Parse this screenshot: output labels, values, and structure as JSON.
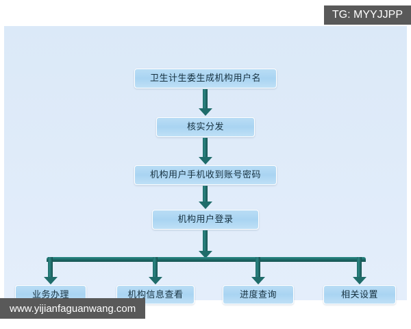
{
  "watermarks": {
    "telegram": "TG: MYYJJPP",
    "website": "www.yijianfaguanwang.com"
  },
  "colors": {
    "canvas_background": "#dfebf9",
    "node_fill": "#a9d4f2",
    "node_border": "#ffffff",
    "connector": "#1f6c6a",
    "text": "#17313f",
    "watermark_background": "#595959",
    "watermark_text": "#ffffff"
  },
  "diagram": {
    "type": "flowchart",
    "orientation": "top-down",
    "main_chain": [
      {
        "id": "generate",
        "label": "卫生计生委生成机构用户名"
      },
      {
        "id": "verify",
        "label": "核实分发"
      },
      {
        "id": "receive",
        "label": "机构用户手机收到账号密码"
      },
      {
        "id": "login",
        "label": "机构用户登录"
      }
    ],
    "branches": [
      {
        "id": "business",
        "label": "业务办理"
      },
      {
        "id": "info",
        "label": "机构信息查看"
      },
      {
        "id": "progress",
        "label": "进度查询"
      },
      {
        "id": "settings",
        "label": "相关设置"
      }
    ],
    "connectors": [
      {
        "id": "arrow-1",
        "from": "generate",
        "to": "verify",
        "glyph": "down-arrow-icon"
      },
      {
        "id": "arrow-2",
        "from": "verify",
        "to": "receive",
        "glyph": "down-arrow-icon"
      },
      {
        "id": "arrow-3",
        "from": "receive",
        "to": "login",
        "glyph": "down-arrow-icon"
      },
      {
        "id": "arrow-4",
        "from": "login",
        "to": "branch-bar",
        "glyph": "down-arrow-icon"
      },
      {
        "id": "drop-1",
        "from": "branch-bar",
        "to": "business",
        "glyph": "down-arrow-icon"
      },
      {
        "id": "drop-2",
        "from": "branch-bar",
        "to": "info",
        "glyph": "down-arrow-icon"
      },
      {
        "id": "drop-3",
        "from": "branch-bar",
        "to": "progress",
        "glyph": "down-arrow-icon"
      },
      {
        "id": "drop-4",
        "from": "branch-bar",
        "to": "settings",
        "glyph": "down-arrow-icon"
      }
    ]
  }
}
